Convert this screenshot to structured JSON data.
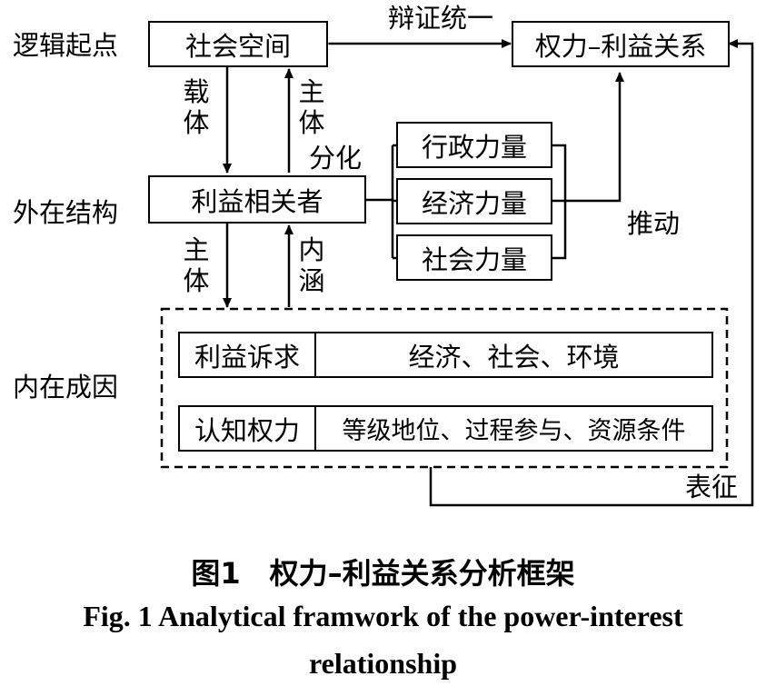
{
  "levels": {
    "logic_start": "逻辑起点",
    "external_structure": "外在结构",
    "internal_cause": "内在成因"
  },
  "nodes": {
    "social_space": "社会空间",
    "power_interest": "权力–利益关系",
    "stakeholders": "利益相关者",
    "admin_power": "行政力量",
    "economic_power": "经济力量",
    "social_power": "社会力量"
  },
  "internal": {
    "interest_demand": {
      "label": "利益诉求",
      "value": "经济、社会、环境"
    },
    "cognitive_power": {
      "label": "认知权力",
      "value": "等级地位、过程参与、资源条件"
    }
  },
  "edges": {
    "dialectical_unity": "辩证统一",
    "carrier": [
      "载",
      "体"
    ],
    "subject_up": [
      "主",
      "体"
    ],
    "differentiate": "分化",
    "drive": "推动",
    "subject_down": [
      "主",
      "体"
    ],
    "connotation": [
      "内",
      "涵"
    ],
    "represent": "表征"
  },
  "caption": {
    "zh": "图1　权力–利益关系分析框架",
    "en_line1": "Fig. 1   Analytical framwork of the power-interest",
    "en_line2": "relationship"
  }
}
